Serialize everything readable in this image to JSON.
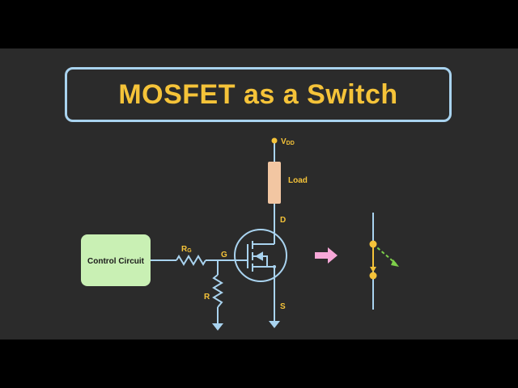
{
  "title": "MOSFET as a Switch",
  "labels": {
    "vdd_main": "V",
    "vdd_sub": "DD",
    "load": "Load",
    "drain": "D",
    "gate": "G",
    "source": "S",
    "rg_main": "R",
    "rg_sub": "G",
    "r": "R",
    "control": "Control Circuit"
  },
  "colors": {
    "background": "#2b2b2b",
    "wire": "#a9d3ef",
    "label": "#f5c339",
    "load_fill": "#f2c6a2",
    "control_fill": "#c9f0b4",
    "arrow": "#f7a8d8",
    "switch_dot": "#f5c339",
    "dashed": "#7ecf4a"
  }
}
